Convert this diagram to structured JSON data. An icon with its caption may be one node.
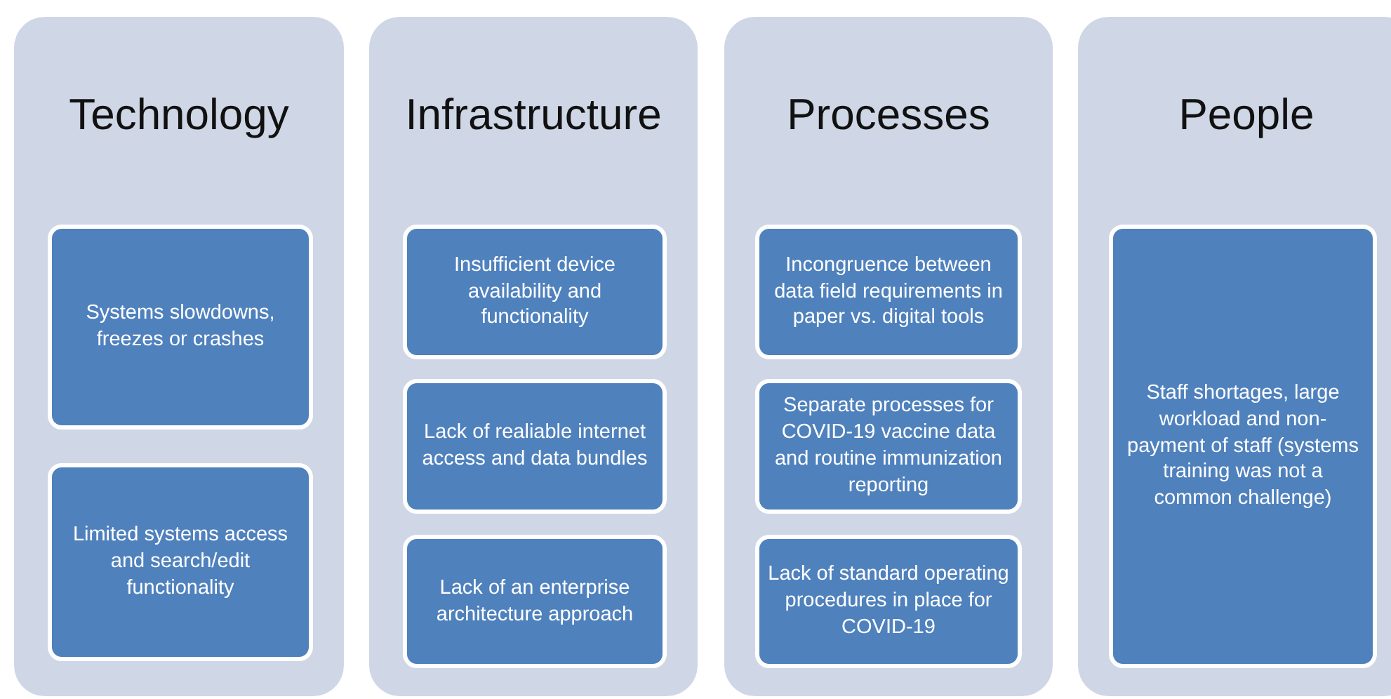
{
  "diagram": {
    "nodes": [
      {
        "text": [
          "Technology"
        ]
      },
      {
        "text": [
          "Systems slowdowns, freezes or crashes"
        ],
        "in": 0
      },
      {
        "text": [
          "Limited systems access and search/edit functionality"
        ],
        "in": 0
      },
      {
        "text": [
          "Infrastructure"
        ]
      },
      {
        "text": [
          "Insufficient device availability and functionality"
        ],
        "in": 3
      },
      {
        "text": [
          "Lack of realiable internet access and data bundles"
        ],
        "in": 3
      },
      {
        "text": [
          "Lack of an enterprise architecture approach"
        ],
        "in": 3
      },
      {
        "text": [
          "Processes"
        ]
      },
      {
        "text": [
          "Incongruence between data field requirements in paper vs. digital tools"
        ],
        "in": 7
      },
      {
        "text": [
          "Separate processes for COVID-19 vaccine data and routine immunization reporting"
        ],
        "in": 7
      },
      {
        "text": [
          "Lack of standard operating procedures in place for COVID-19"
        ],
        "in": 7
      },
      {
        "text": [
          "People"
        ]
      },
      {
        "text": [
          "Staff shortages, large workload and non-payment of staff (systems training was not a common challenge)"
        ],
        "in": 11
      }
    ]
  }
}
